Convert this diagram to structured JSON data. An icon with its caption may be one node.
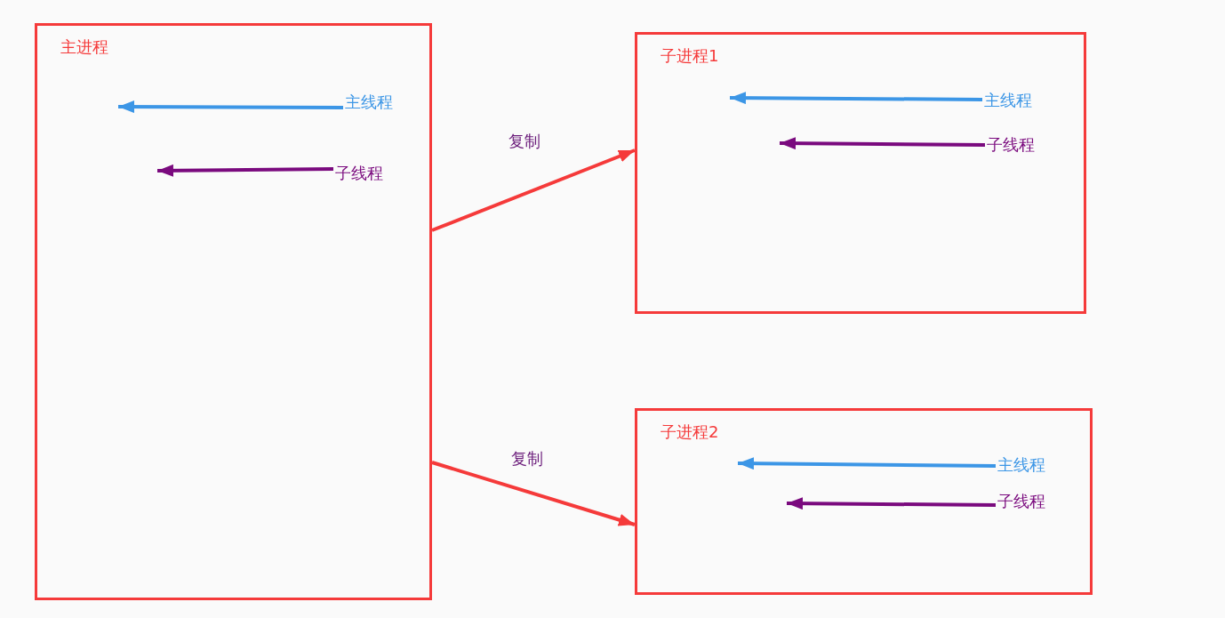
{
  "diagram": {
    "nodes": [
      {
        "text": [
          "主进程"
        ]
      },
      {
        "text": [
          "主线程"
        ],
        "in": 0
      },
      {
        "text": [
          "子线程"
        ],
        "in": 0
      },
      {
        "text": [
          "子进程1"
        ]
      },
      {
        "text": [
          "主线程"
        ],
        "in": 3
      },
      {
        "text": [
          "子线程"
        ],
        "in": 3
      },
      {
        "text": [
          "子进程2"
        ]
      },
      {
        "text": [
          "主线程"
        ],
        "in": 6
      },
      {
        "text": [
          "子线程"
        ],
        "in": 6
      }
    ],
    "edges": [
      {
        "from": 1,
        "to": null,
        "arrow": "to",
        "color": "#3c96e6"
      },
      {
        "from": 2,
        "to": null,
        "arrow": "to",
        "color": "#7a0a7e"
      },
      {
        "from": 0,
        "to": 3,
        "arrow": "to",
        "label": "复制",
        "color": "#f53a3a"
      },
      {
        "from": 4,
        "to": null,
        "arrow": "to",
        "color": "#3c96e6"
      },
      {
        "from": 5,
        "to": null,
        "arrow": "to",
        "color": "#7a0a7e"
      },
      {
        "from": 0,
        "to": 6,
        "arrow": "to",
        "label": "复制",
        "color": "#f53a3a"
      },
      {
        "from": 7,
        "to": null,
        "arrow": "to",
        "color": "#3c96e6"
      },
      {
        "from": 8,
        "to": null,
        "arrow": "to",
        "color": "#7a0a7e"
      }
    ]
  }
}
